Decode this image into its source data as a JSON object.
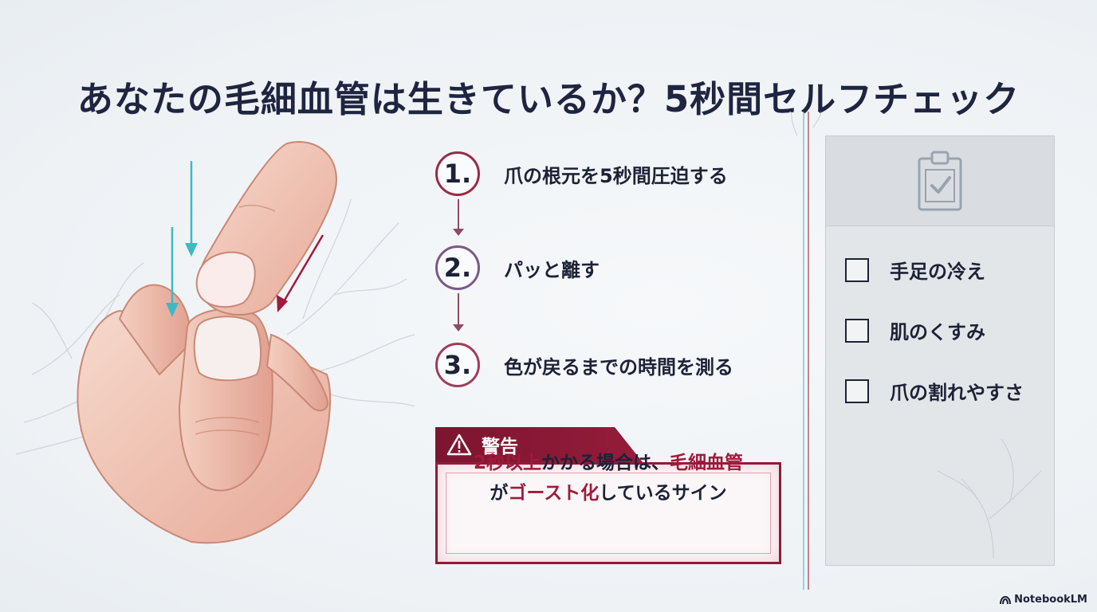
{
  "title": "あなたの毛細血管は生きているか？5秒間セルフチェック",
  "steps": [
    {
      "number": "1.",
      "text": "爪の根元を5秒間圧迫する"
    },
    {
      "number": "2.",
      "text": "パッと離す"
    },
    {
      "number": "3.",
      "text": "色が戻るまでの時間を測る"
    }
  ],
  "warning": {
    "label": "警告",
    "line1_hl1": "2秒以上",
    "line1_mid": "かかる場合は、",
    "line1_hl2": "毛細血管",
    "line2_pre": "が",
    "line2_hl": "ゴースト化",
    "line2_post": "しているサイン"
  },
  "checklist": {
    "icon": "clipboard-check-icon",
    "items": [
      "手足の冷え",
      "肌のくすみ",
      "爪の割れやすさ"
    ]
  },
  "brand": {
    "name": "NotebookLM"
  },
  "colors": {
    "accent": "#8d1c38",
    "teal": "#3fb8c6",
    "text": "#1d2236"
  }
}
